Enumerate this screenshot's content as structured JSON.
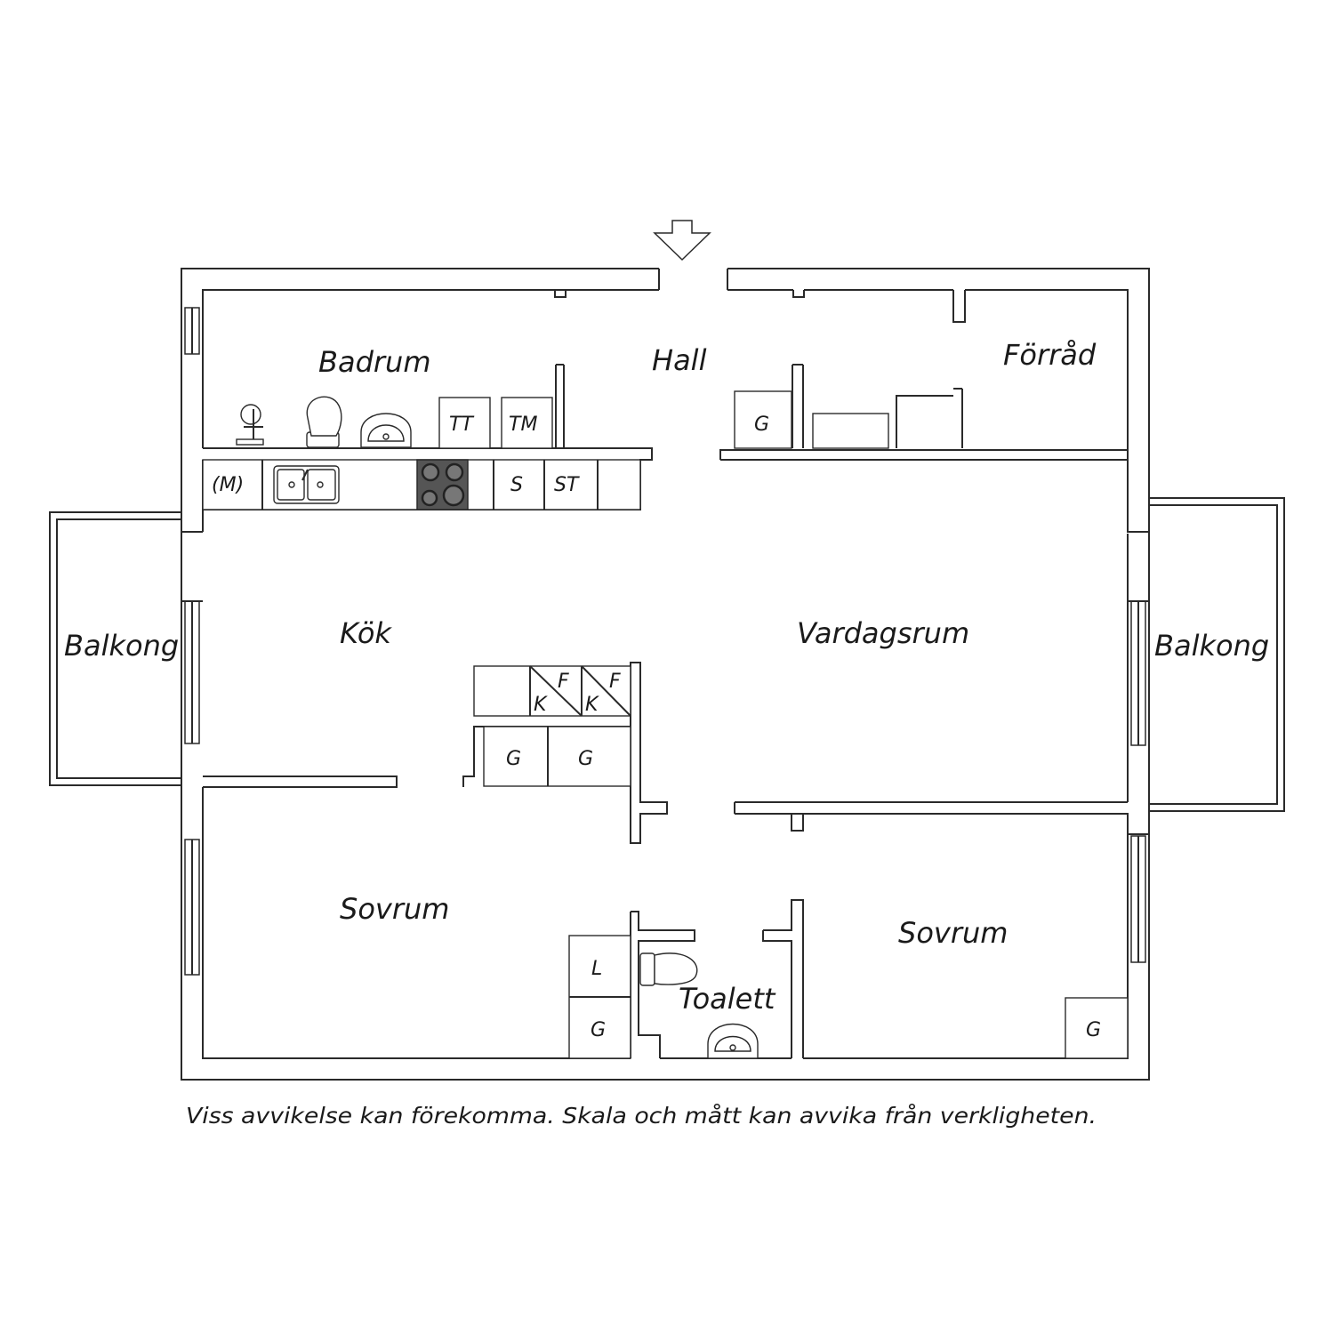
{
  "rooms": {
    "badrum": "Badrum",
    "hall": "Hall",
    "forrad": "Förråd",
    "kok": "Kök",
    "vardagsrum": "Vardagsrum",
    "balkong_left": "Balkong",
    "balkong_right": "Balkong",
    "sovrum_left": "Sovrum",
    "sovrum_right": "Sovrum",
    "toalett": "Toalett"
  },
  "fixtures": {
    "tt": "TT",
    "tm": "TM",
    "m": "(M)",
    "s": "S",
    "st": "ST",
    "g_hall": "G",
    "f1": "F",
    "k1": "K",
    "f2": "F",
    "k2": "K",
    "g_kok1": "G",
    "g_kok2": "G",
    "l": "L",
    "g_sov_left": "G",
    "g_sov_right": "G"
  },
  "disclaimer": "Viss avvikelse kan förekomma. Skala och mått kan avvika från verkligheten."
}
